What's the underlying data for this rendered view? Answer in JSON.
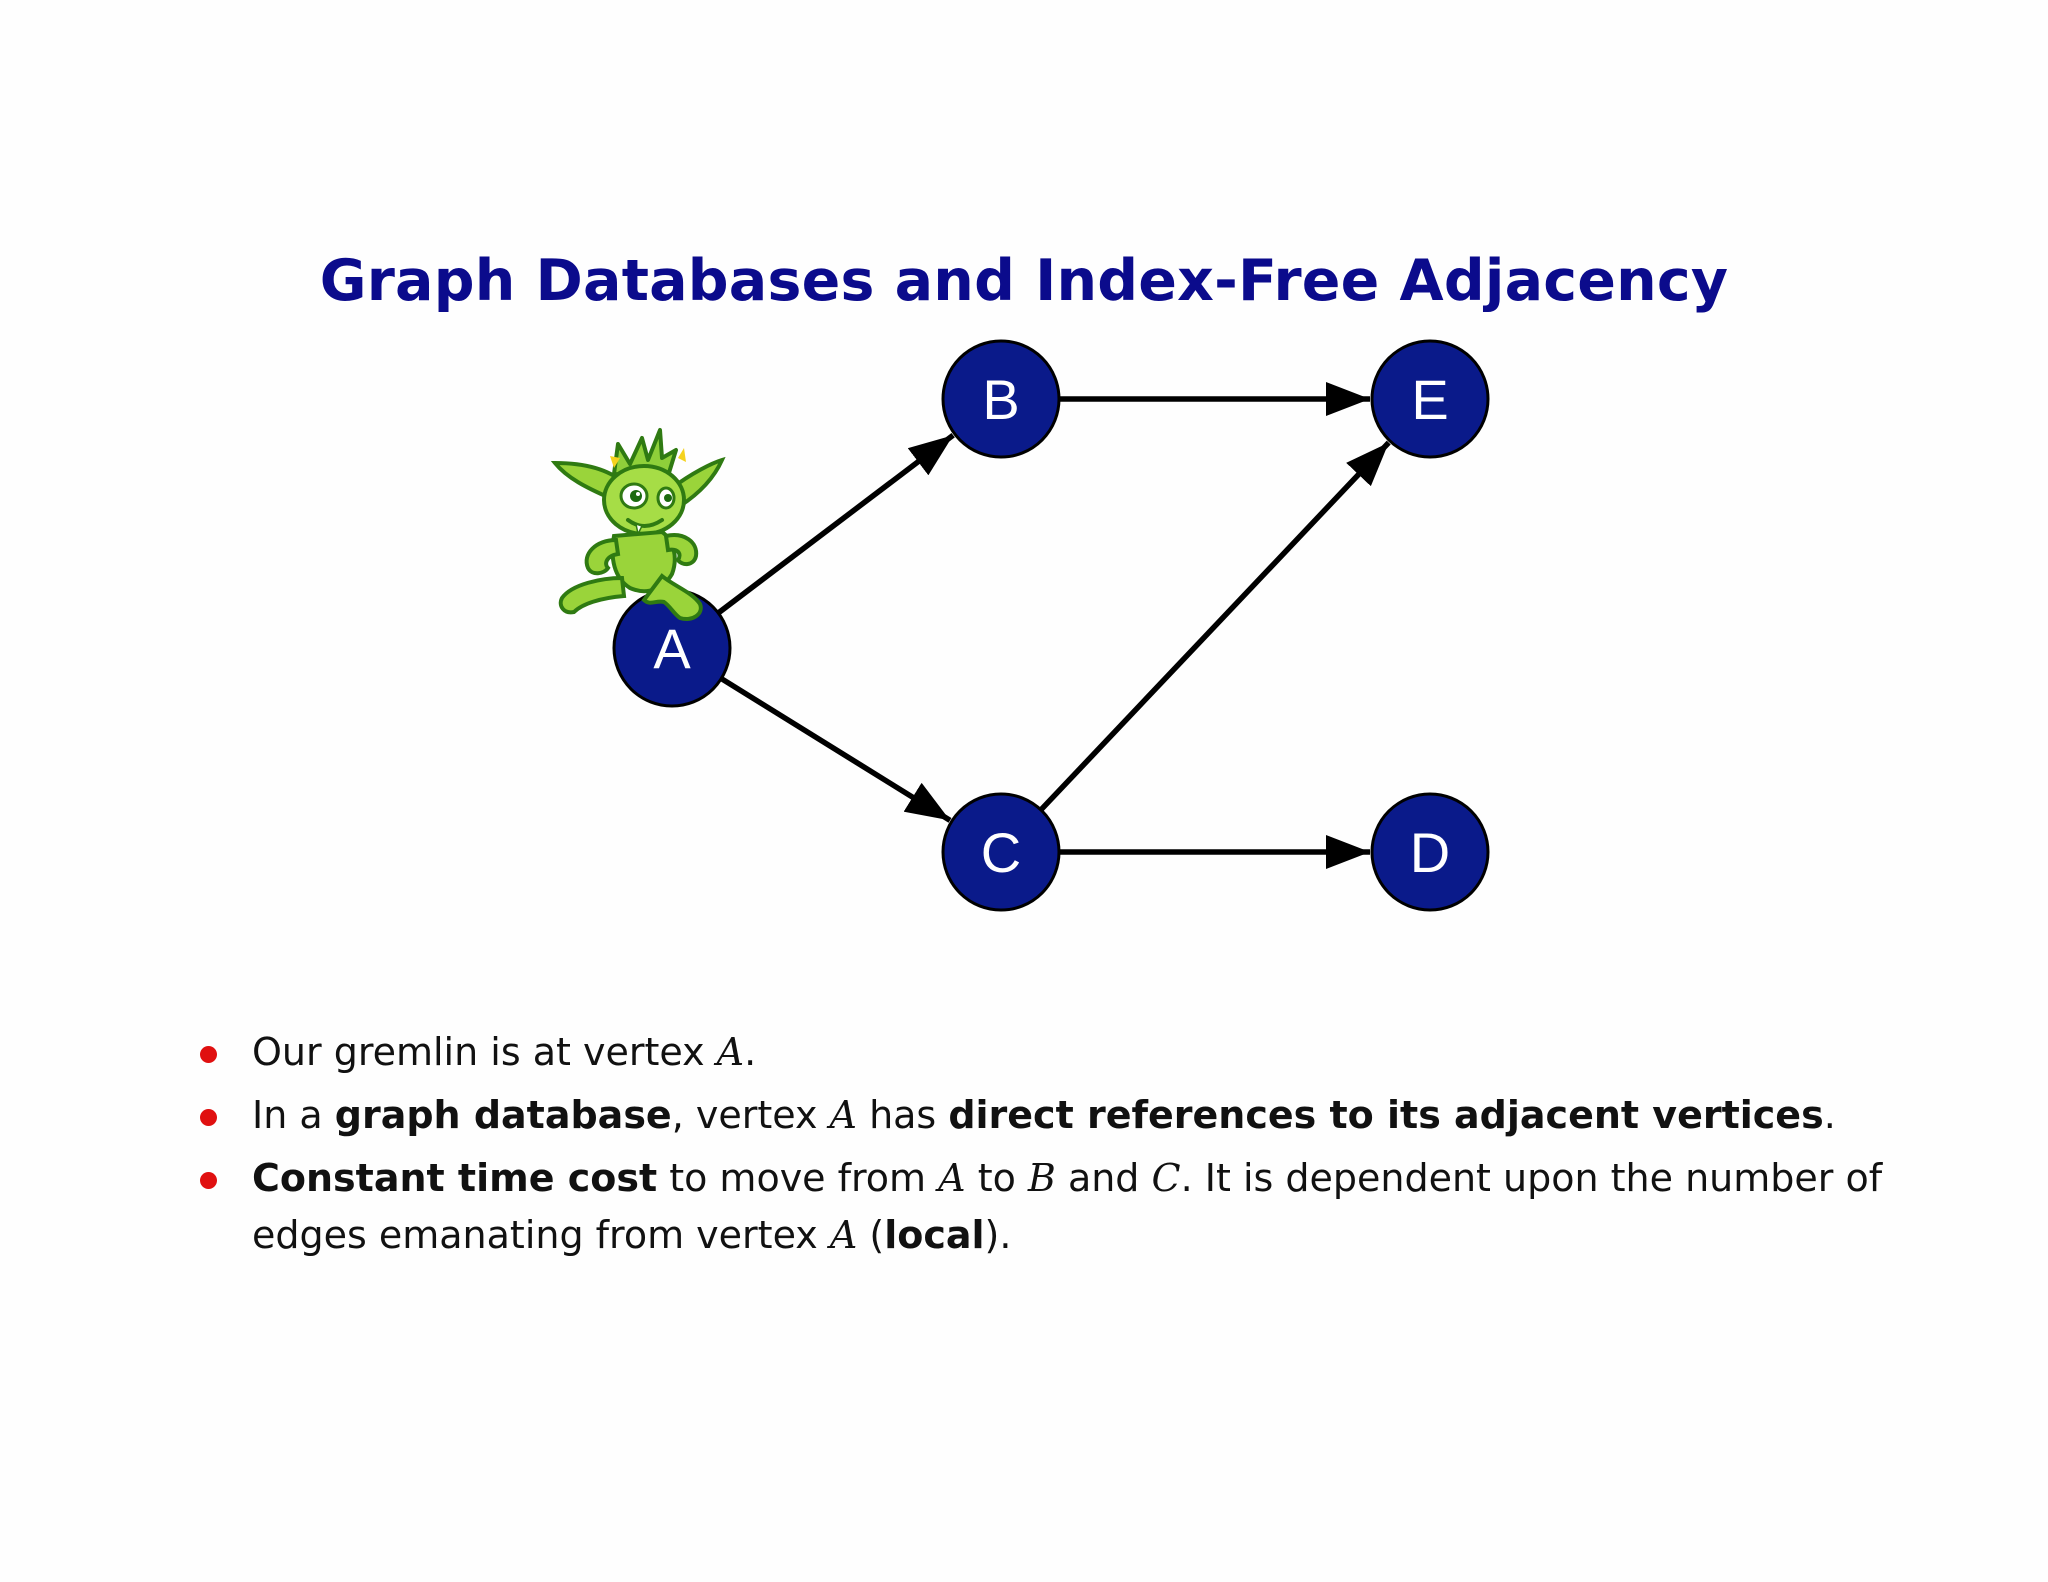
{
  "title": "Graph Databases and Index-Free Adjacency",
  "colors": {
    "title": "#0b0b8c",
    "node_fill": "#0a1a8a",
    "edge": "#000000",
    "bullet": "#e01010"
  },
  "graph": {
    "nodes": [
      {
        "id": "A",
        "label": "A"
      },
      {
        "id": "B",
        "label": "B"
      },
      {
        "id": "C",
        "label": "C"
      },
      {
        "id": "D",
        "label": "D"
      },
      {
        "id": "E",
        "label": "E"
      }
    ],
    "edges": [
      {
        "from": "A",
        "to": "B"
      },
      {
        "from": "A",
        "to": "C"
      },
      {
        "from": "B",
        "to": "E"
      },
      {
        "from": "C",
        "to": "E"
      },
      {
        "from": "C",
        "to": "D"
      }
    ],
    "mascot": "gremlin-icon"
  },
  "bullets": [
    {
      "parts": [
        {
          "t": "Our gremlin is at vertex "
        },
        {
          "t": "A",
          "style": "math"
        },
        {
          "t": "."
        }
      ]
    },
    {
      "parts": [
        {
          "t": "In a "
        },
        {
          "t": "graph database",
          "style": "bold"
        },
        {
          "t": ", vertex "
        },
        {
          "t": "A",
          "style": "math"
        },
        {
          "t": " has "
        },
        {
          "t": "direct references to its adjacent vertices",
          "style": "bold"
        },
        {
          "t": "."
        }
      ]
    },
    {
      "parts": [
        {
          "t": "Constant time cost",
          "style": "bold"
        },
        {
          "t": " to move from "
        },
        {
          "t": "A",
          "style": "math"
        },
        {
          "t": " to "
        },
        {
          "t": "B",
          "style": "math"
        },
        {
          "t": " and "
        },
        {
          "t": "C",
          "style": "math"
        },
        {
          "t": ". It is dependent upon the number of edges emanating from vertex "
        },
        {
          "t": "A",
          "style": "math"
        },
        {
          "t": " ("
        },
        {
          "t": "local",
          "style": "bold"
        },
        {
          "t": ")."
        }
      ]
    }
  ]
}
